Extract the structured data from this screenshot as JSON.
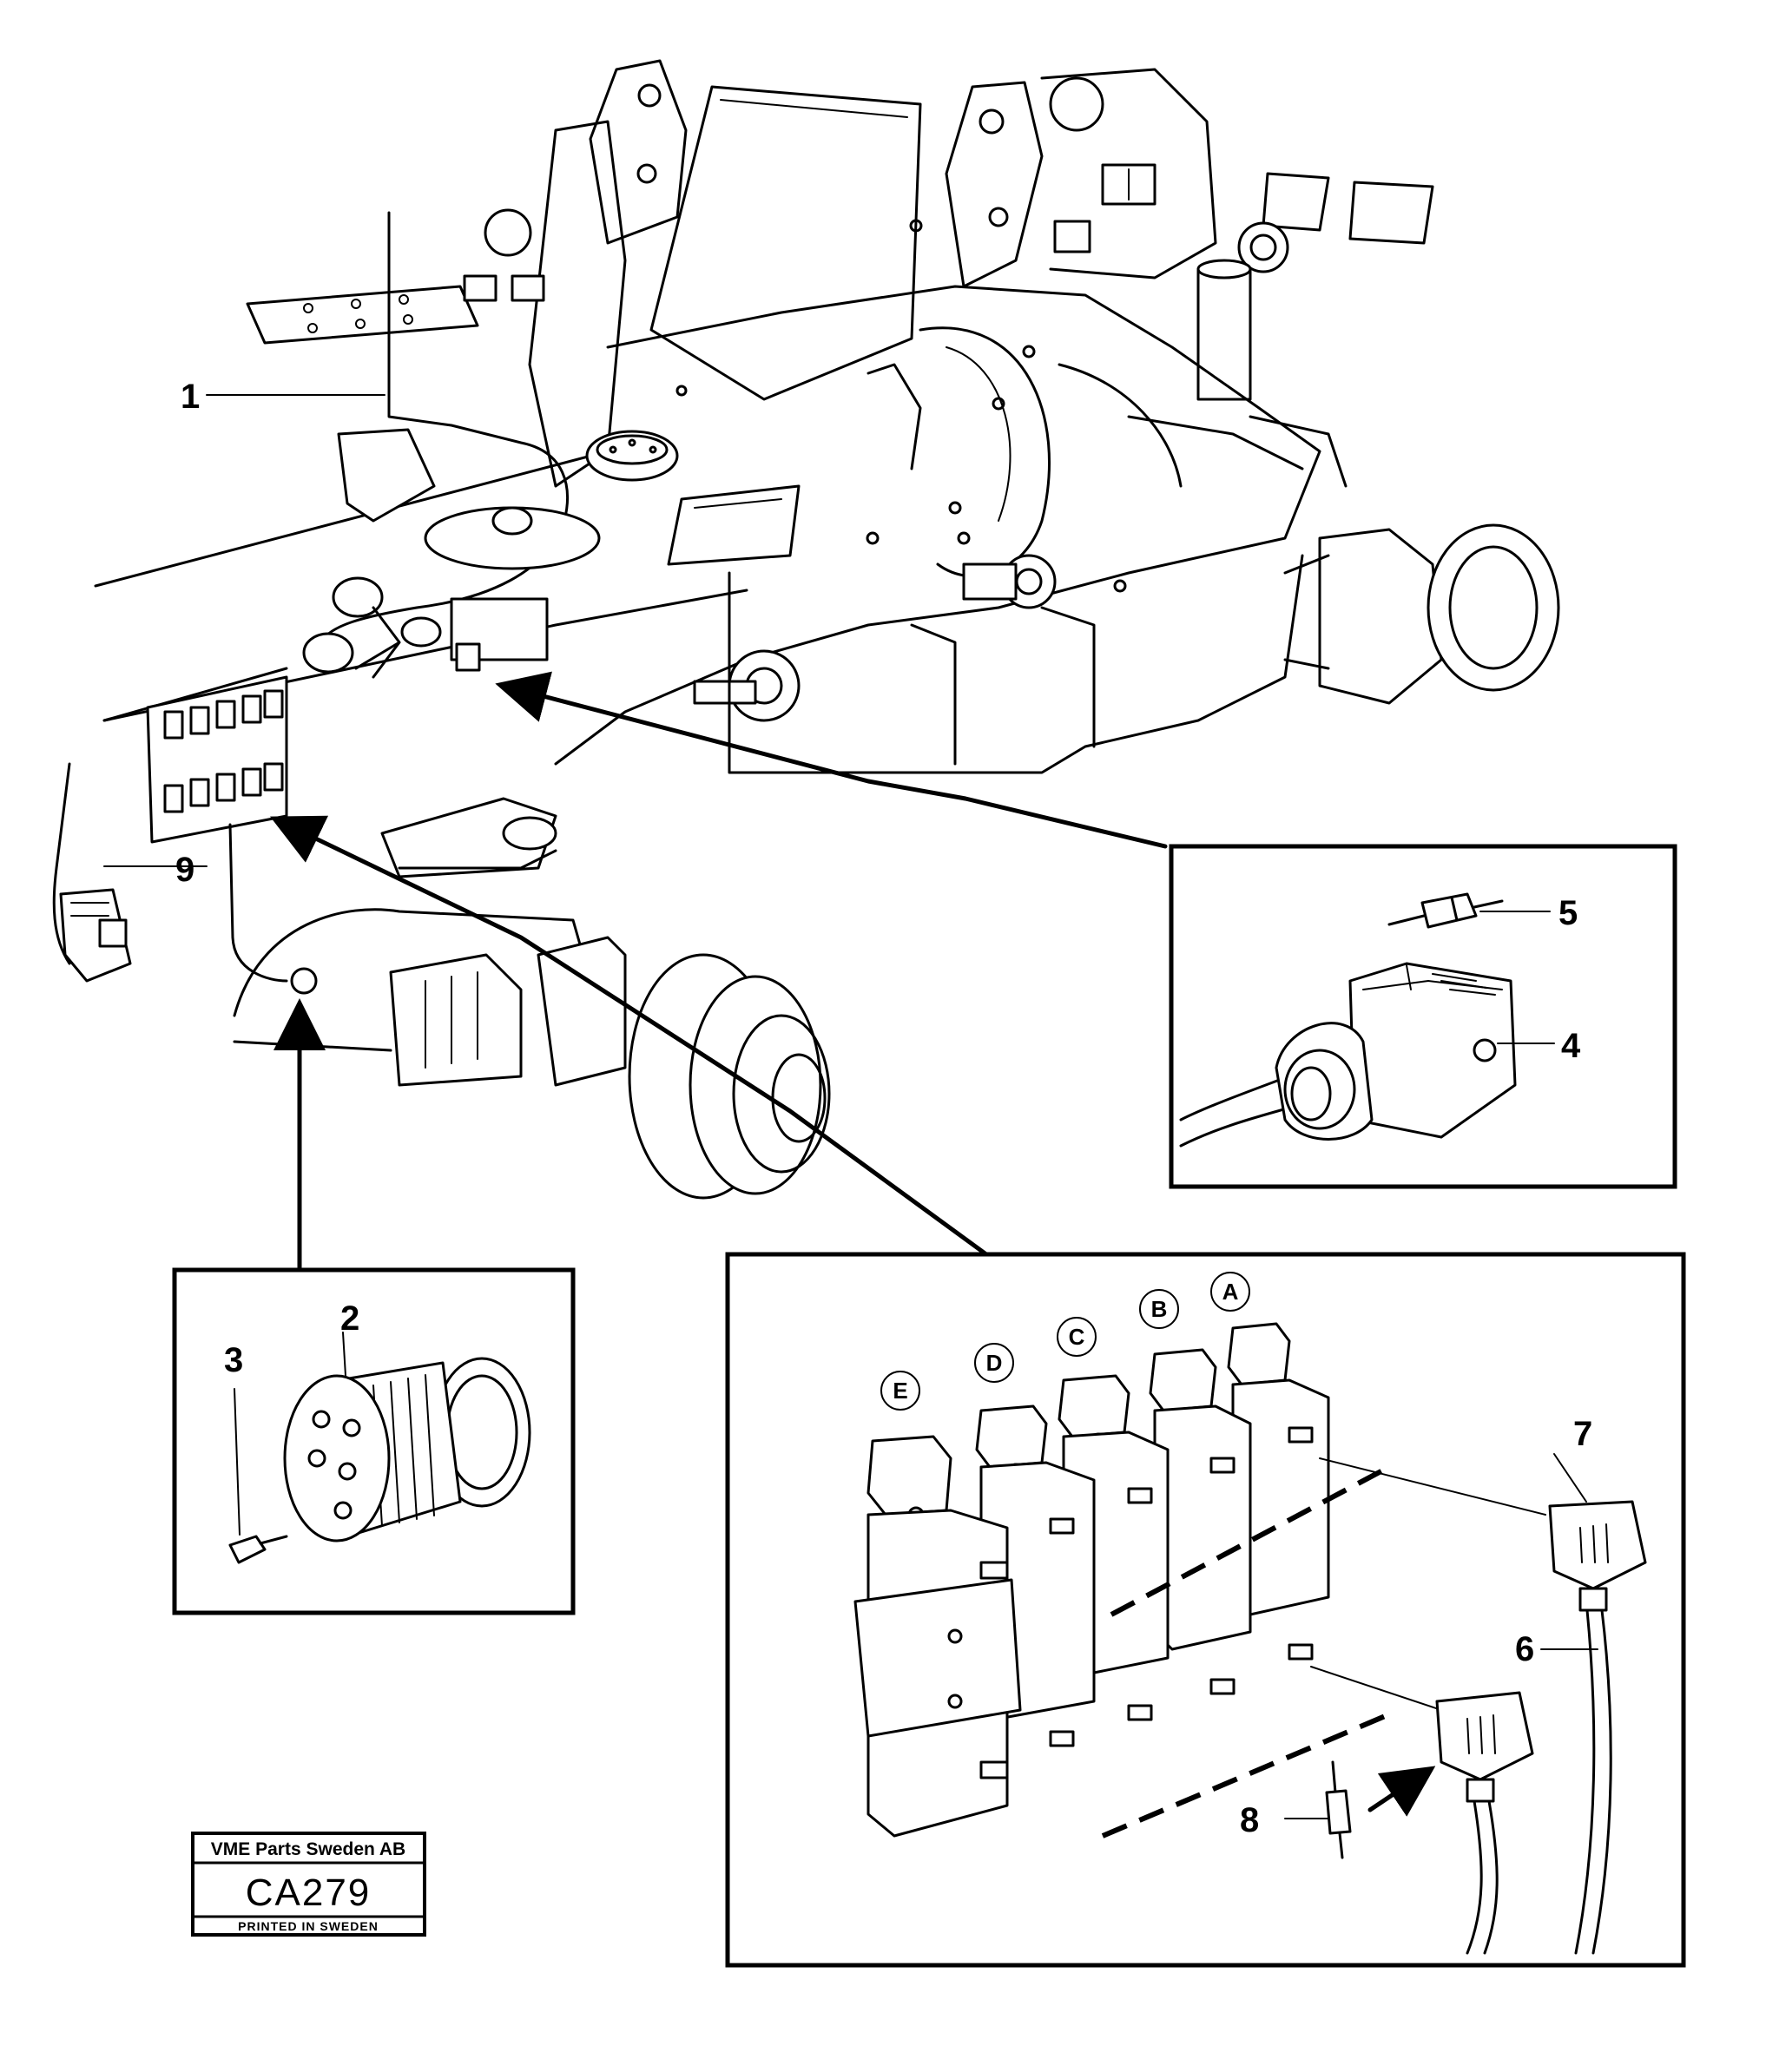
{
  "callouts": {
    "c1": "1",
    "c2": "2",
    "c3": "3",
    "c4": "4",
    "c5": "5",
    "c6": "6",
    "c7": "7",
    "c8": "8",
    "c9": "9"
  },
  "valve_letters": {
    "a": "A",
    "b": "B",
    "c": "C",
    "d": "D",
    "e": "E"
  },
  "stamp": {
    "company": "VME Parts Sweden AB",
    "code": "CA279",
    "printed": "PRINTED IN SWEDEN"
  }
}
